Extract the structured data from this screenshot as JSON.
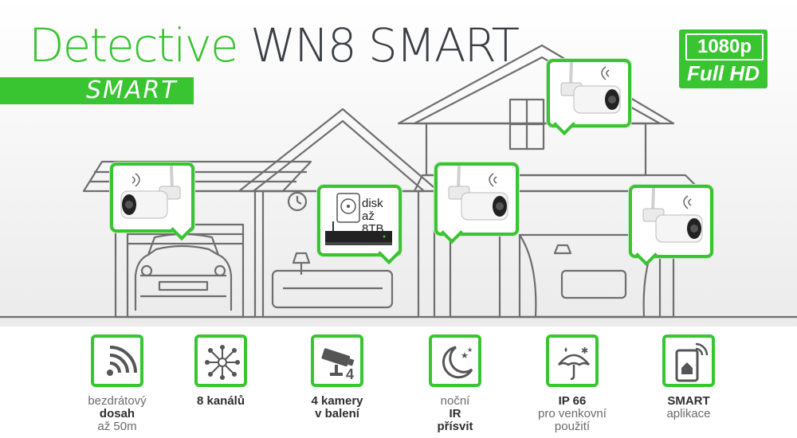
{
  "header": {
    "title_green": "Detective",
    "title_dark": "WN8 SMART",
    "smart_label": "SMART"
  },
  "badge": {
    "resolution": "1080p",
    "quality": "Full HD"
  },
  "nvr_bubble": {
    "line1": "disk až",
    "line2": "8TB"
  },
  "features": [
    {
      "icon": "wifi-icon",
      "line1": "bezdrátový",
      "line2": "dosah",
      "line3": "až 50m"
    },
    {
      "icon": "network-hub-icon",
      "line1": "8 kanálů"
    },
    {
      "icon": "cctv-camera-icon",
      "line1": "4 kamery",
      "line2": "v balení"
    },
    {
      "icon": "night-moon-icon",
      "line1": "noční",
      "line2": "IR",
      "line3": "přísvit"
    },
    {
      "icon": "umbrella-weather-icon",
      "line1": "IP 66",
      "line2": "pro venkovní",
      "line3": "použití"
    },
    {
      "icon": "smartphone-app-icon",
      "line1": "SMART",
      "line2": "aplikace"
    }
  ],
  "colors": {
    "accent": "#39c431",
    "dark_text": "#3a3f46",
    "line_art": "#6e6e6e"
  }
}
